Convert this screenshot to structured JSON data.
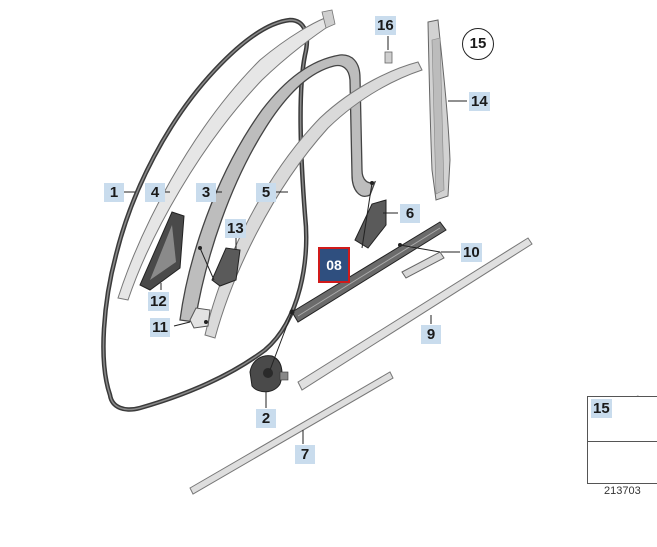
{
  "callouts": {
    "c1": "1",
    "c2": "2",
    "c3": "3",
    "c4": "4",
    "c5": "5",
    "c6": "6",
    "c7": "7",
    "c8": "08",
    "c9": "9",
    "c10": "10",
    "c11": "11",
    "c12": "12",
    "c13": "13",
    "c14": "14",
    "c15": "15",
    "c16": "16"
  },
  "legend": {
    "number": "15"
  },
  "reference_number": "213703",
  "colors": {
    "label_bg": "#c9dced",
    "selected_bg": "#2f4f7f",
    "selected_border": "#d11a1a"
  }
}
